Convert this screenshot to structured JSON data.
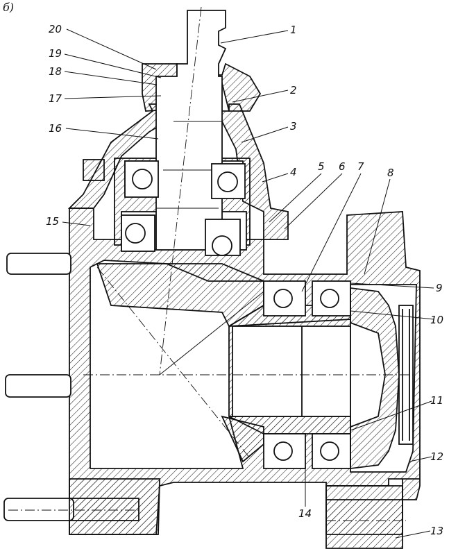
{
  "figure_label": "б)",
  "callouts": [
    "1",
    "2",
    "3",
    "4",
    "5",
    "6",
    "7",
    "8",
    "9",
    "10",
    "11",
    "12",
    "13",
    "14",
    "15",
    "16",
    "17",
    "18",
    "19",
    "20"
  ]
}
